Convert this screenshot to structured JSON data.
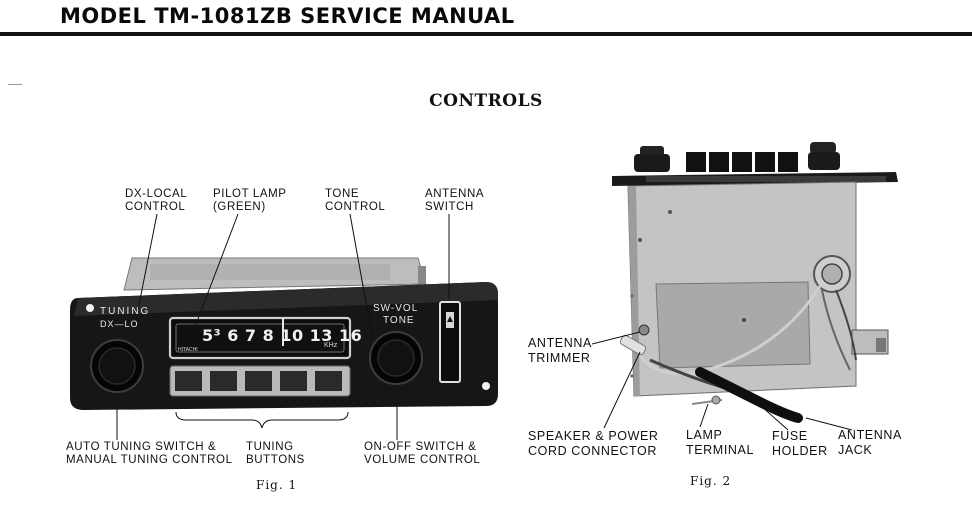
{
  "header": {
    "title": "MODEL TM-1081ZB SERVICE MANUAL"
  },
  "section": {
    "title": "CONTROLS"
  },
  "fig1": {
    "caption": "Fig.  1",
    "labels": {
      "dx_local": [
        "DX-LOCAL",
        "CONTROL"
      ],
      "pilot_lamp": [
        "PILOT LAMP",
        "(GREEN)"
      ],
      "tone_control": [
        "TONE",
        "CONTROL"
      ],
      "antenna_switch": [
        "ANTENNA",
        "SWITCH"
      ],
      "auto_tuning": [
        "AUTO TUNING SWITCH &",
        "MANUAL TUNING CONTROL"
      ],
      "tuning_buttons": [
        "TUNING",
        "BUTTONS"
      ],
      "on_off": [
        "ON-OFF SWITCH &",
        "VOLUME CONTROL"
      ]
    },
    "panel_text": {
      "tuning": "TUNING",
      "dx_lo": "DX—LO",
      "sw_vol": "SW-VOL",
      "tone": "TONE",
      "brand": "HITACHI",
      "dial_scale": "5³ 6 7 8 10 13 16",
      "unit": "KHz"
    }
  },
  "fig2": {
    "caption": "Fig.  2",
    "labels": {
      "antenna_trimmer": [
        "ANTENNA",
        "TRIMMER"
      ],
      "speaker_power": [
        "SPEAKER & POWER",
        "CORD CONNECTOR"
      ],
      "lamp_terminal": [
        "LAMP",
        "TERMINAL"
      ],
      "fuse_holder": [
        "FUSE",
        "HOLDER"
      ],
      "antenna_jack": [
        "ANTENNA",
        "JACK"
      ]
    }
  }
}
